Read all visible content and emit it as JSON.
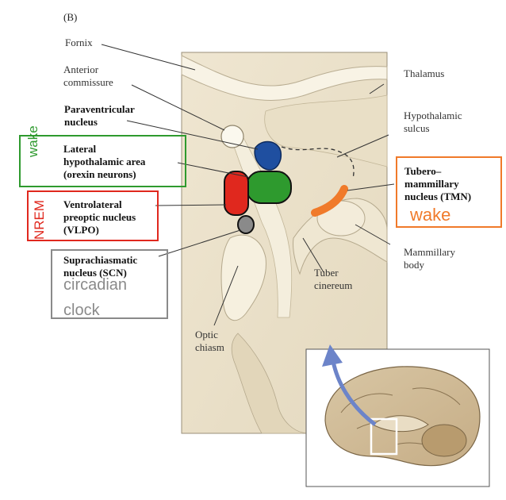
{
  "panel_label": "(B)",
  "labels": {
    "fornix": "Fornix",
    "anterior_commissure": "Anterior\ncommissure",
    "paraventricular": "Paraventricular\nnucleus",
    "lateral_hypothalamic": "Lateral\nhypothalamic area\n(orexin neurons)",
    "vlpo": "Ventrolateral\npreoptic nucleus\n(VLPO)",
    "scn": "Suprachiasmatic\nnucleus (SCN)",
    "thalamus": "Thalamus",
    "hypothalamic_sulcus": "Hypothalamic\nsulcus",
    "tmn": "Tubero–\nmammillary\nnucleus (TMN)",
    "mammillary_body": "Mammillary\nbody",
    "tuber_cinereum": "Tuber\ncinereum",
    "optic_chiasm": "Optic\nchiasm"
  },
  "tags": {
    "wake_left": "wake",
    "nrem": "NREM",
    "circadian": "circadian",
    "clock": "clock",
    "wake_right": "wake"
  },
  "colors": {
    "green": "#2e9a2e",
    "red": "#e0281e",
    "blue": "#1f4fa0",
    "orange": "#f07a2a",
    "gray": "#8a8a8a",
    "tissue": "#ebe2cc",
    "tissue_light": "#f7f2e3"
  }
}
